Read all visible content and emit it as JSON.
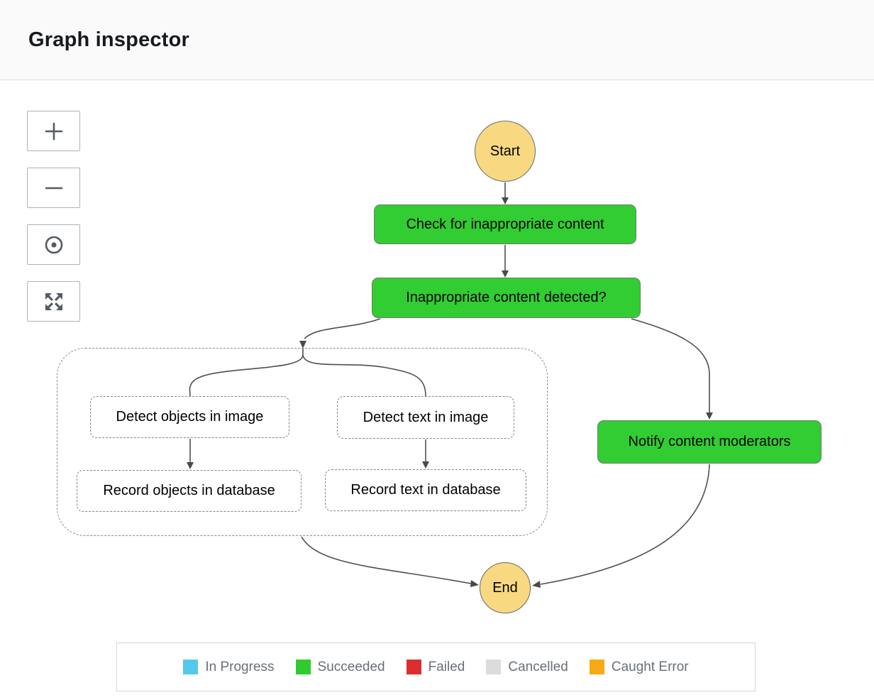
{
  "header": {
    "title": "Graph inspector"
  },
  "toolbar": {
    "buttons": [
      {
        "name": "zoom-in",
        "icon": "plus-icon"
      },
      {
        "name": "zoom-out",
        "icon": "minus-icon"
      },
      {
        "name": "center-graph",
        "icon": "center-dot-icon"
      },
      {
        "name": "fit-to-view",
        "icon": "expand-arrows-icon"
      }
    ]
  },
  "graph": {
    "nodes": {
      "start": {
        "label": "Start",
        "status": "start"
      },
      "check_content": {
        "label": "Check for inappropriate content",
        "status": "succeeded"
      },
      "detected": {
        "label": "Inappropriate content detected?",
        "status": "succeeded"
      },
      "detect_objects": {
        "label": "Detect objects in image",
        "status": "not-run"
      },
      "detect_text": {
        "label": "Detect text in image",
        "status": "not-run"
      },
      "record_objects": {
        "label": "Record objects in database",
        "status": "not-run"
      },
      "record_text": {
        "label": "Record text in database",
        "status": "not-run"
      },
      "notify_moderators": {
        "label": "Notify content moderators",
        "status": "succeeded"
      },
      "end": {
        "label": "End",
        "status": "end"
      }
    },
    "colors": {
      "succeeded_fill": "#32cd32",
      "terminal_fill": "#f8d981",
      "edge": "#4f4f4f"
    }
  },
  "legend": {
    "items": [
      {
        "label": "In Progress",
        "color": "#55c9ec"
      },
      {
        "label": "Succeeded",
        "color": "#2fcb2f"
      },
      {
        "label": "Failed",
        "color": "#db2e2e"
      },
      {
        "label": "Cancelled",
        "color": "#dbdddd"
      },
      {
        "label": "Caught Error",
        "color": "#f9a915"
      }
    ]
  }
}
